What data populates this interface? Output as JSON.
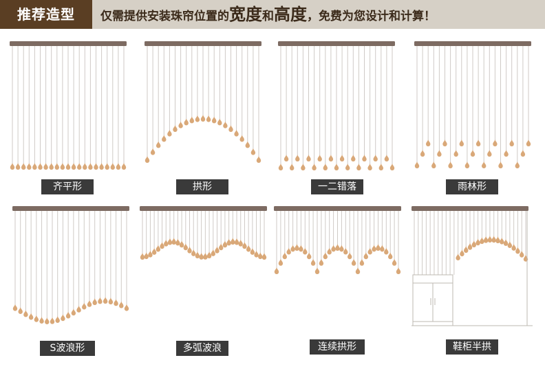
{
  "banner": {
    "tag": "推荐造型",
    "slogan_prefix": "仅需提供安装珠帘位置的",
    "width_word": "宽度",
    "and_word": "和",
    "height_word": "高度",
    "slogan_suffix": "，免费为您设计和计算！"
  },
  "styles": [
    {
      "id": "flat",
      "caption": "齐平形"
    },
    {
      "id": "arch",
      "caption": "拱形"
    },
    {
      "id": "staggered",
      "caption": "一二错落"
    },
    {
      "id": "rain",
      "caption": "雨林形"
    },
    {
      "id": "s-wave",
      "caption": "S波浪形"
    },
    {
      "id": "multi-arc",
      "caption": "多弧波浪"
    },
    {
      "id": "multi-arch",
      "caption": "连续拱形"
    },
    {
      "id": "cabinet-arch",
      "caption": "鞋柜半拱"
    }
  ],
  "colors": {
    "banner_bg": "#d6d0c6",
    "tag_bg": "#5a3e23",
    "rail": "#7d6b62",
    "string": "#cfcac6",
    "bead": "#d9a878",
    "caption_bg": "#3a3a3a"
  }
}
